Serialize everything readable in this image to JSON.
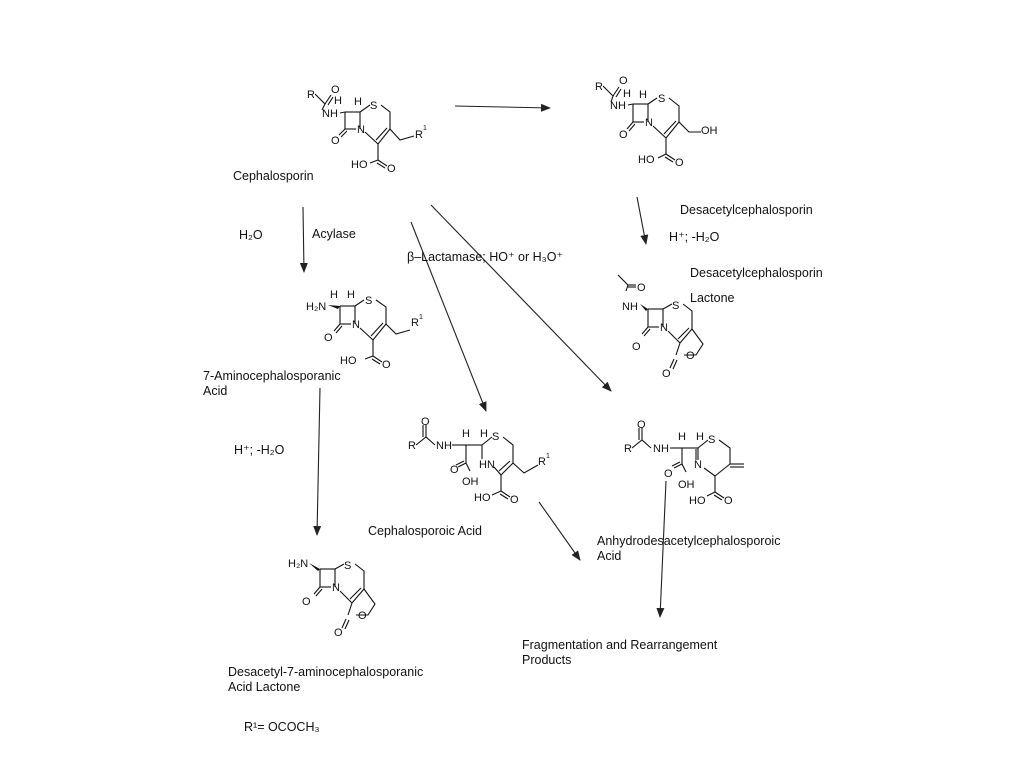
{
  "labels": {
    "cephalosporin": "Cephalosporin",
    "desacetylcephalosporin": "Desacetylcephalosporin",
    "desacetyl_lactone_1": "Desacetylcephalosporin",
    "desacetyl_lactone_2": "Lactone",
    "aca_1": "7-Aminocephalosporanic",
    "aca_2": "Acid",
    "cephalosporoic_acid": "Cephalosporoic Acid",
    "anhydro_1": "Anhydrodesacetylcephalosporoic",
    "anhydro_2": "Acid",
    "fragmentation_1": "Fragmentation and Rearrangement",
    "fragmentation_2": "Products",
    "aca_lactone_1": "Desacetyl-7-aminocephalosporanic",
    "aca_lactone_2": "Acid Lactone",
    "r1_definition": "R¹= OCOCH₃"
  },
  "reagents": {
    "water": "H₂O",
    "acylase": "Acylase",
    "beta_lactamase": "β–Lactamase; HO⁺ or H₃O⁺",
    "acid_dehydration_right": "H⁺; -H₂O",
    "acid_dehydration_left": "H⁺; -H₂O"
  },
  "atoms": {
    "r": "R",
    "o": "O",
    "nh": "NH",
    "h": "H",
    "s": "S",
    "n": "N",
    "r1": "R",
    "one": "1",
    "ho": "HO",
    "oh": "OH",
    "oh_tail": "OH",
    "h2n": "H₂N",
    "hn": "HN"
  }
}
